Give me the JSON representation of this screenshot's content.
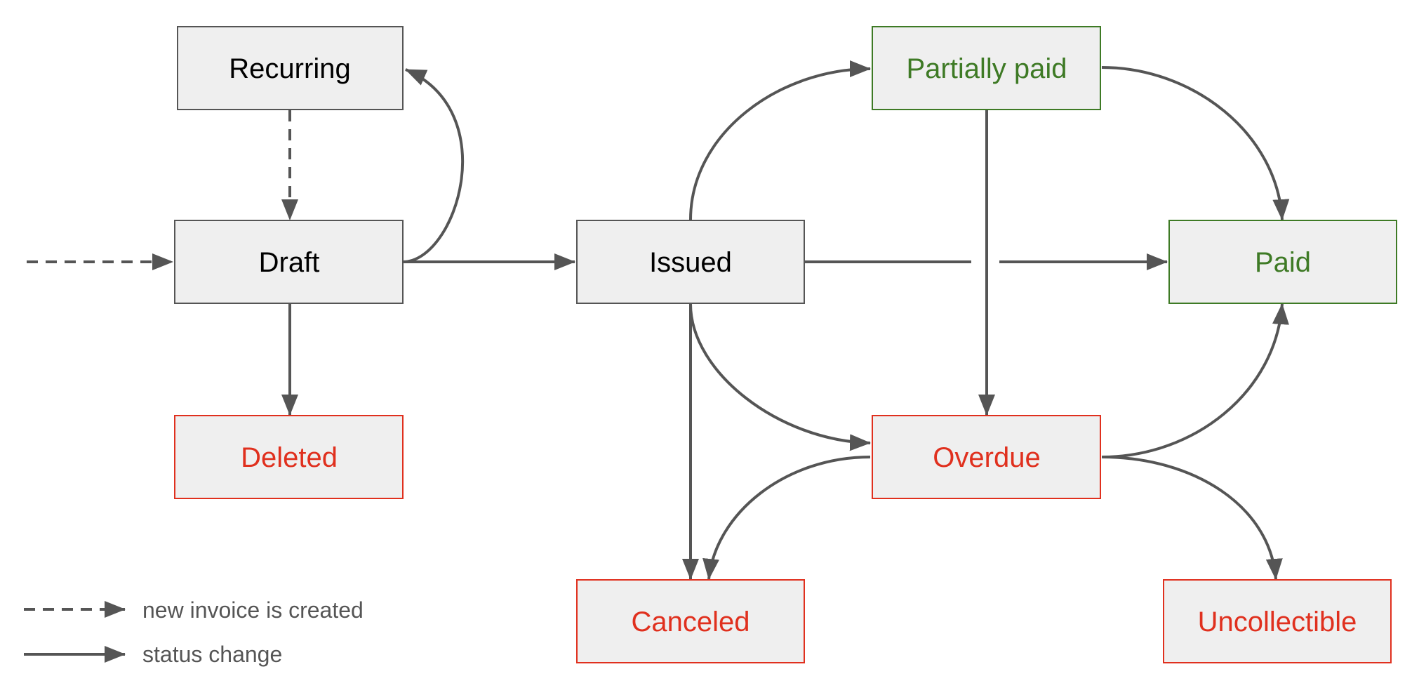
{
  "colors": {
    "box_fill": "#efefef",
    "neutral_border": "#555555",
    "neutral_text": "#000000",
    "green": "#3e7a25",
    "red": "#e0301e",
    "arrow": "#555555"
  },
  "nodes": {
    "recurring": "Recurring",
    "draft": "Draft",
    "deleted": "Deleted",
    "issued": "Issued",
    "partially_paid": "Partially paid",
    "paid": "Paid",
    "overdue": "Overdue",
    "canceled": "Canceled",
    "uncollectible": "Uncollectible"
  },
  "legend": {
    "dashed": "new invoice is created",
    "solid": "status change"
  }
}
